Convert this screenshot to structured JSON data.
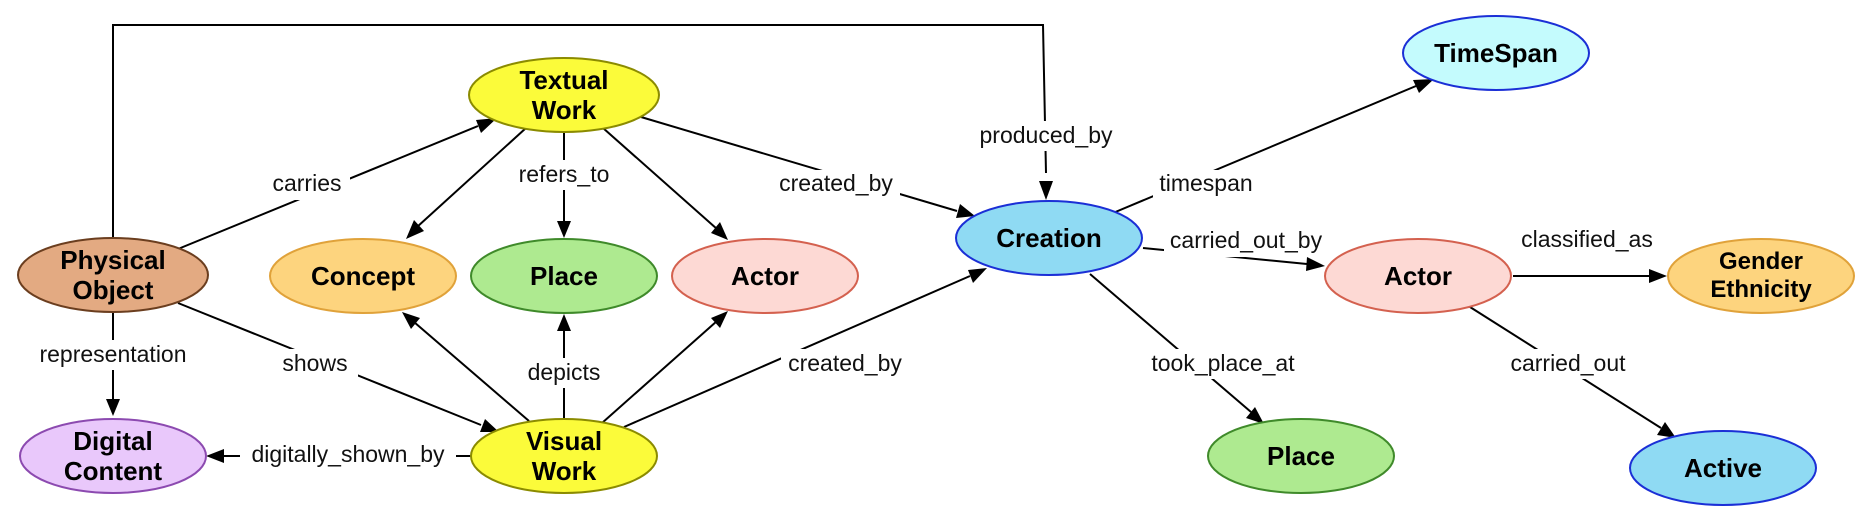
{
  "nodes": {
    "physical_object": {
      "lines": [
        "Physical",
        "Object"
      ],
      "fill": "#e3aa82",
      "stroke": "#6b3e1f"
    },
    "textual_work": {
      "lines": [
        "Textual",
        "Work"
      ],
      "fill": "#fbfb3a",
      "stroke": "#8b8b00"
    },
    "concept": {
      "lines": [
        "Concept"
      ],
      "fill": "#fdd47e",
      "stroke": "#e0a23a"
    },
    "place_1": {
      "lines": [
        "Place"
      ],
      "fill": "#aeea90",
      "stroke": "#3f8a2a"
    },
    "actor_1": {
      "lines": [
        "Actor"
      ],
      "fill": "#fdd9d4",
      "stroke": "#d4614f"
    },
    "visual_work": {
      "lines": [
        "Visual",
        "Work"
      ],
      "fill": "#fbfb3a",
      "stroke": "#8b8b00"
    },
    "digital_content": {
      "lines": [
        "Digital",
        "Content"
      ],
      "fill": "#e9c8fb",
      "stroke": "#8c4ab0"
    },
    "creation": {
      "lines": [
        "Creation"
      ],
      "fill": "#8fdaf3",
      "stroke": "#1b2fd6"
    },
    "timespan": {
      "lines": [
        "TimeSpan"
      ],
      "fill": "#c4fbfd",
      "stroke": "#1b2fd6"
    },
    "actor_2": {
      "lines": [
        "Actor"
      ],
      "fill": "#fdd9d4",
      "stroke": "#d4614f"
    },
    "gender_ethnicity": {
      "lines": [
        "Gender",
        "Ethnicity"
      ],
      "fill": "#fdd47e",
      "stroke": "#e0a23a"
    },
    "place_2": {
      "lines": [
        "Place"
      ],
      "fill": "#aeea90",
      "stroke": "#3f8a2a"
    },
    "active": {
      "lines": [
        "Active"
      ],
      "fill": "#8fdaf3",
      "stroke": "#1b2fd6"
    }
  },
  "edges": {
    "carries": "carries",
    "refers_to": "refers_to",
    "created_by_textual": "created_by",
    "produced_by": "produced_by",
    "timespan": "timespan",
    "carried_out_by": "carried_out_by",
    "classified_as": "classified_as",
    "representation": "representation",
    "shows": "shows",
    "depicts": "depicts",
    "created_by_visual": "created_by",
    "digitally_shown_by": "digitally_shown_by",
    "took_place_at": "took_place_at",
    "carried_out": "carried_out"
  }
}
